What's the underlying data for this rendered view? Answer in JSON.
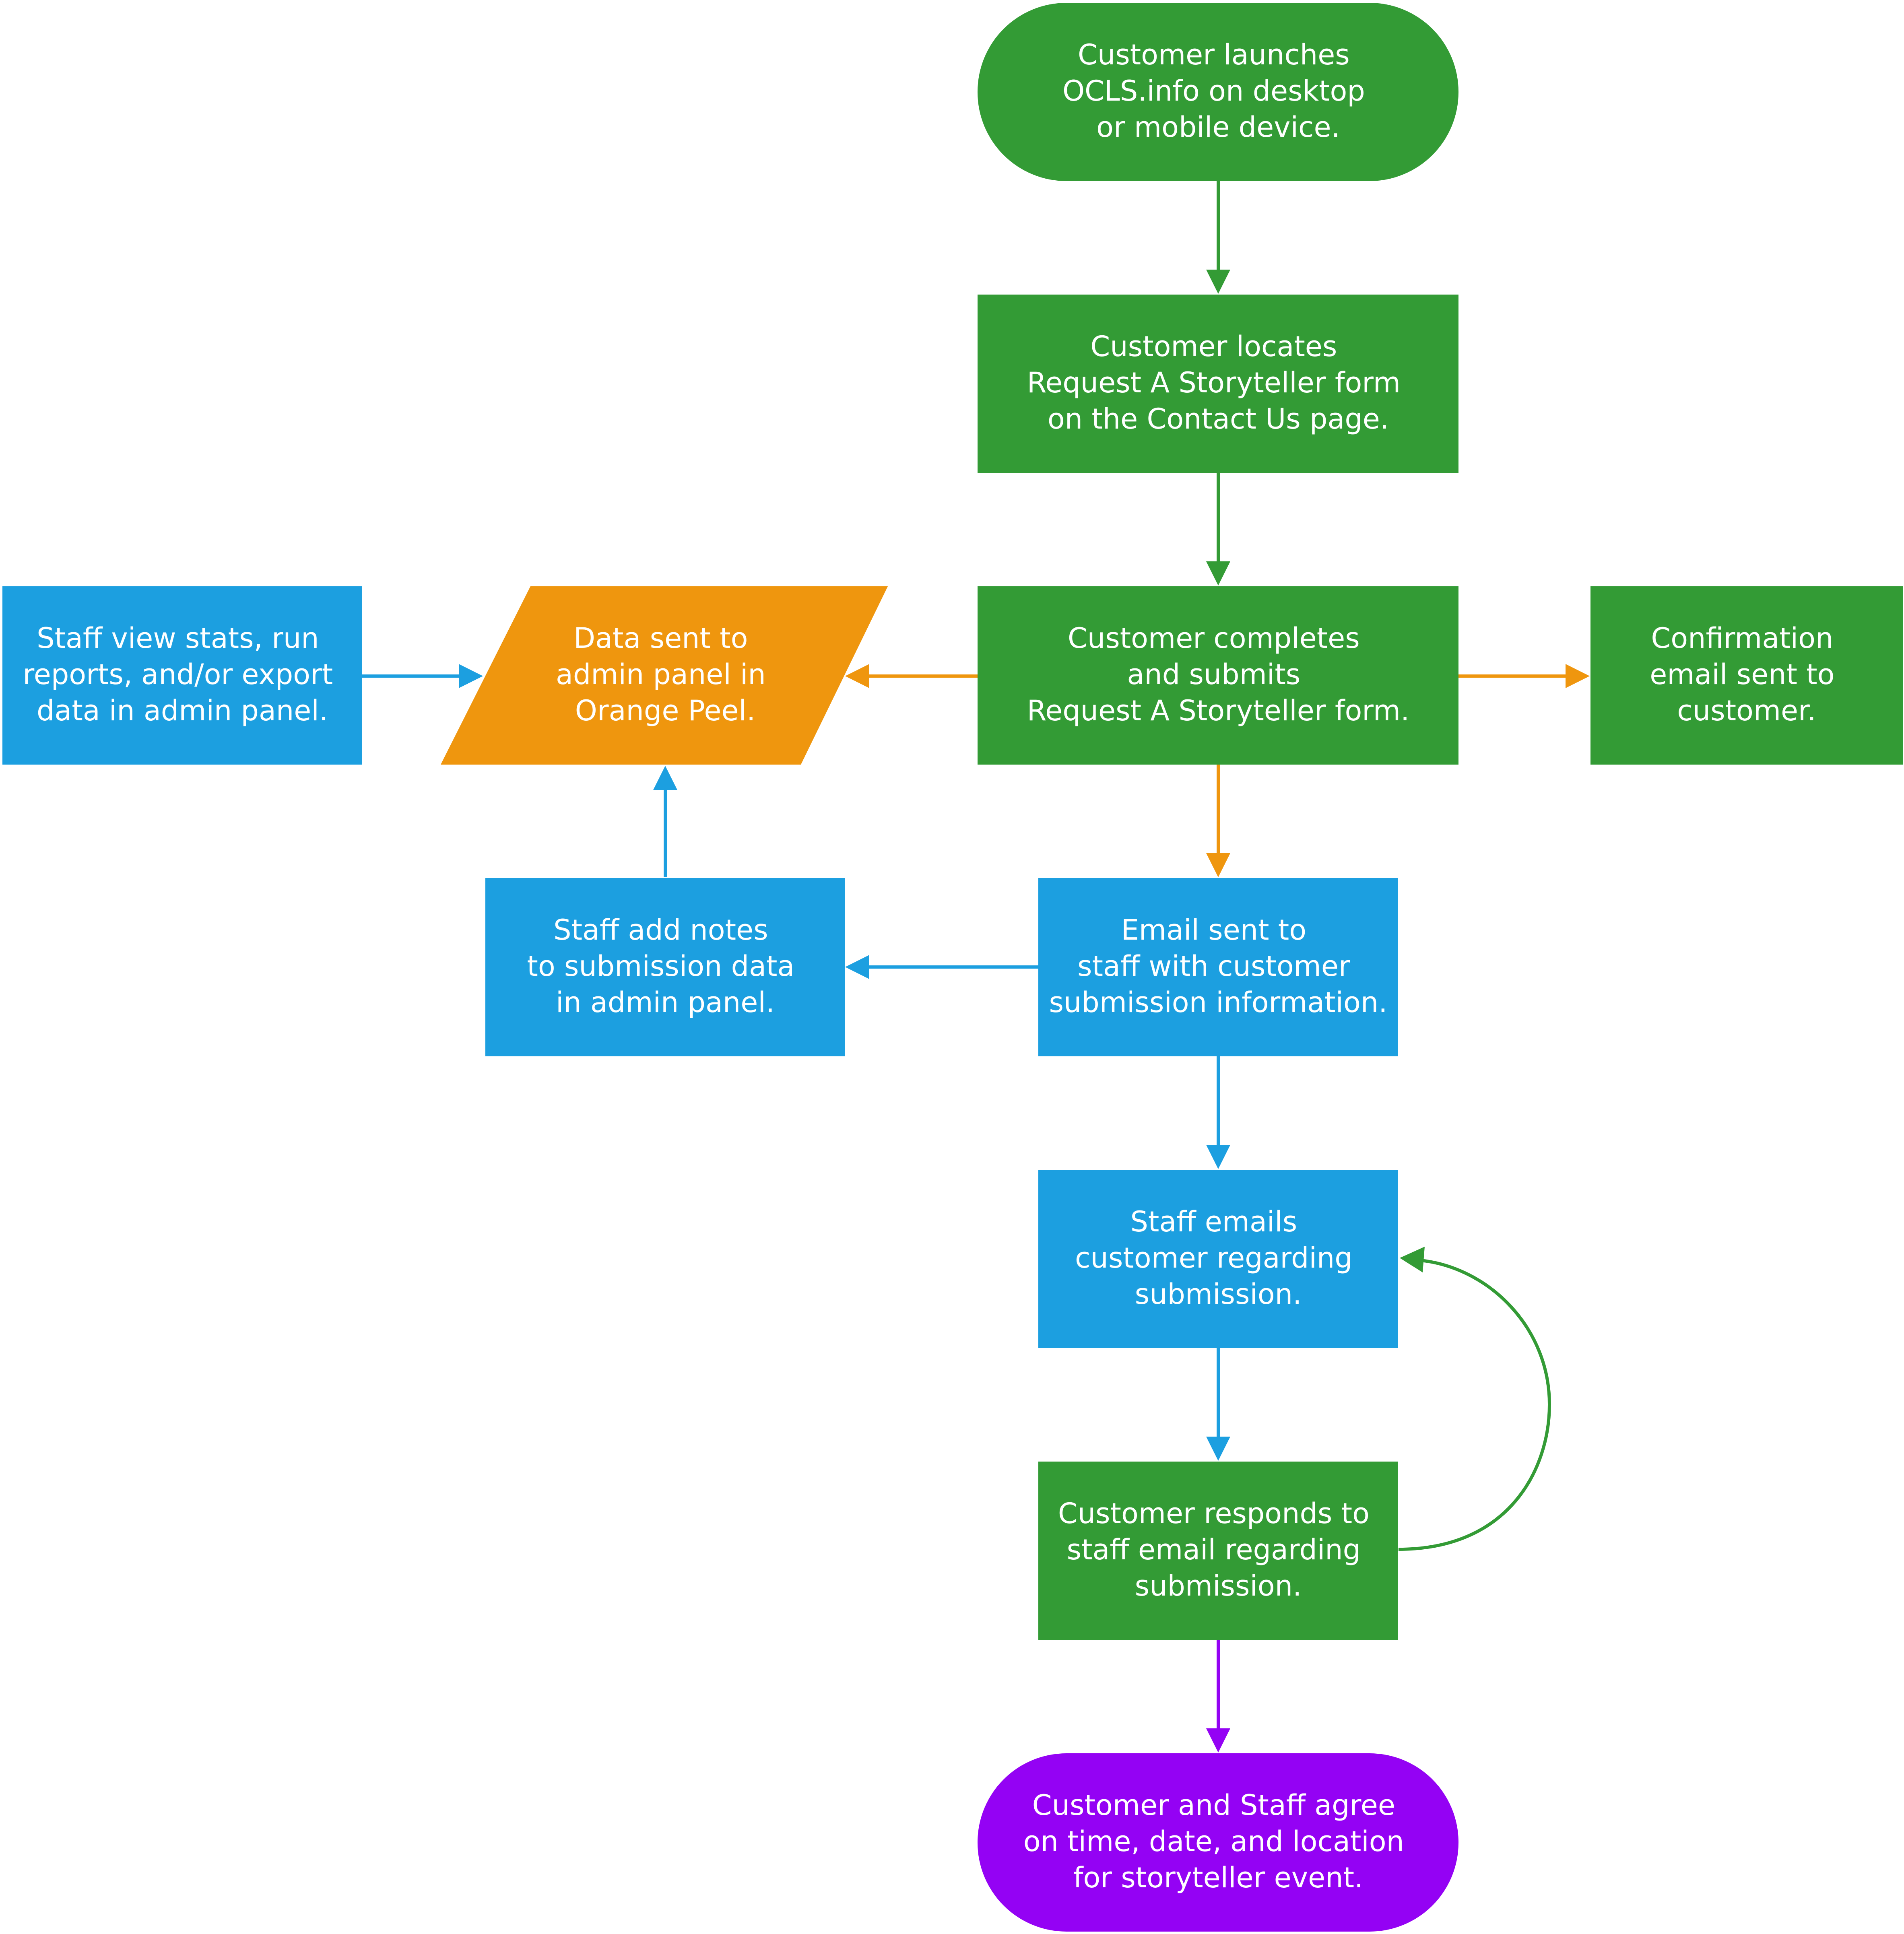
{
  "colors": {
    "green": "#339b35",
    "blue": "#1c9fe0",
    "orange": "#ef960e",
    "purple": "#9402f4",
    "white": "#ffffff"
  },
  "nodes": {
    "launch": {
      "lines": [
        "Customer launches",
        "OCLS.info on desktop",
        "or mobile device."
      ]
    },
    "locate": {
      "lines": [
        "Customer locates",
        "Request A Storyteller form",
        "on the Contact Us page."
      ]
    },
    "complete": {
      "lines": [
        "Customer completes",
        "and submits",
        "Request A Storyteller form."
      ]
    },
    "confirmation": {
      "lines": [
        "Confirmation",
        "email sent to",
        "customer."
      ]
    },
    "data_sent": {
      "lines": [
        "Data sent to",
        "admin panel in",
        "Orange Peel."
      ]
    },
    "staff_view": {
      "lines": [
        "Staff view stats, run",
        "reports, and/or export",
        "data in admin panel."
      ]
    },
    "email_staff": {
      "lines": [
        "Email sent to",
        "staff with customer",
        "submission information."
      ]
    },
    "staff_notes": {
      "lines": [
        "Staff add notes",
        "to submission data",
        "in admin panel."
      ]
    },
    "staff_emails": {
      "lines": [
        "Staff emails",
        "customer regarding",
        "submission."
      ]
    },
    "customer_responds": {
      "lines": [
        "Customer responds to",
        "staff email regarding",
        "submission."
      ]
    },
    "agree": {
      "lines": [
        "Customer and Staff agree",
        "on time, date, and location",
        "for storyteller event."
      ]
    }
  }
}
